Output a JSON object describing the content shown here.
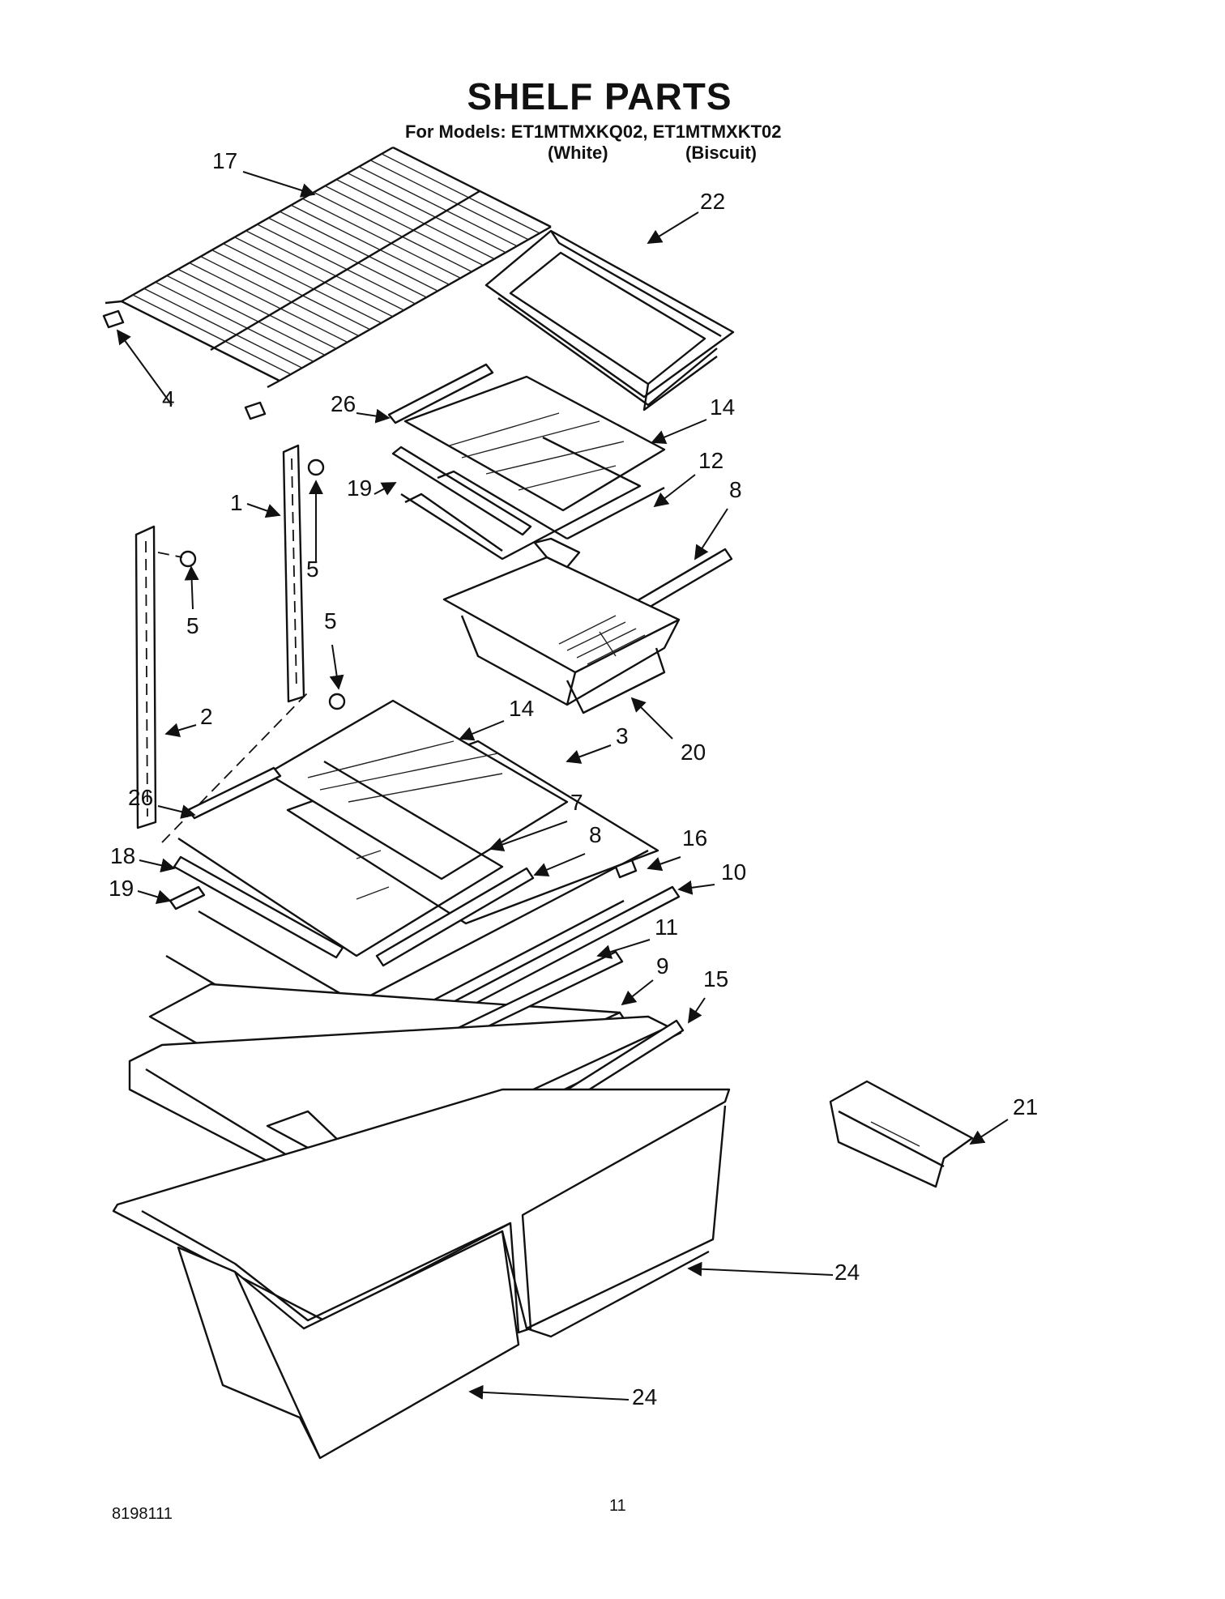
{
  "header": {
    "title": "SHELF PARTS",
    "models_line": "For Models: ET1MTMXKQ02, ET1MTMXKT02",
    "variant_white": "(White)",
    "variant_biscuit": "(Biscuit)"
  },
  "footer": {
    "doc_number": "8198111",
    "page_number": "11"
  },
  "callouts": [
    "17",
    "22",
    "4",
    "26",
    "14",
    "12",
    "8",
    "19",
    "1",
    "5",
    "5",
    "5",
    "2",
    "14",
    "3",
    "20",
    "26",
    "7",
    "8",
    "16",
    "18",
    "19",
    "10",
    "11",
    "9",
    "15",
    "21",
    "24",
    "24"
  ]
}
